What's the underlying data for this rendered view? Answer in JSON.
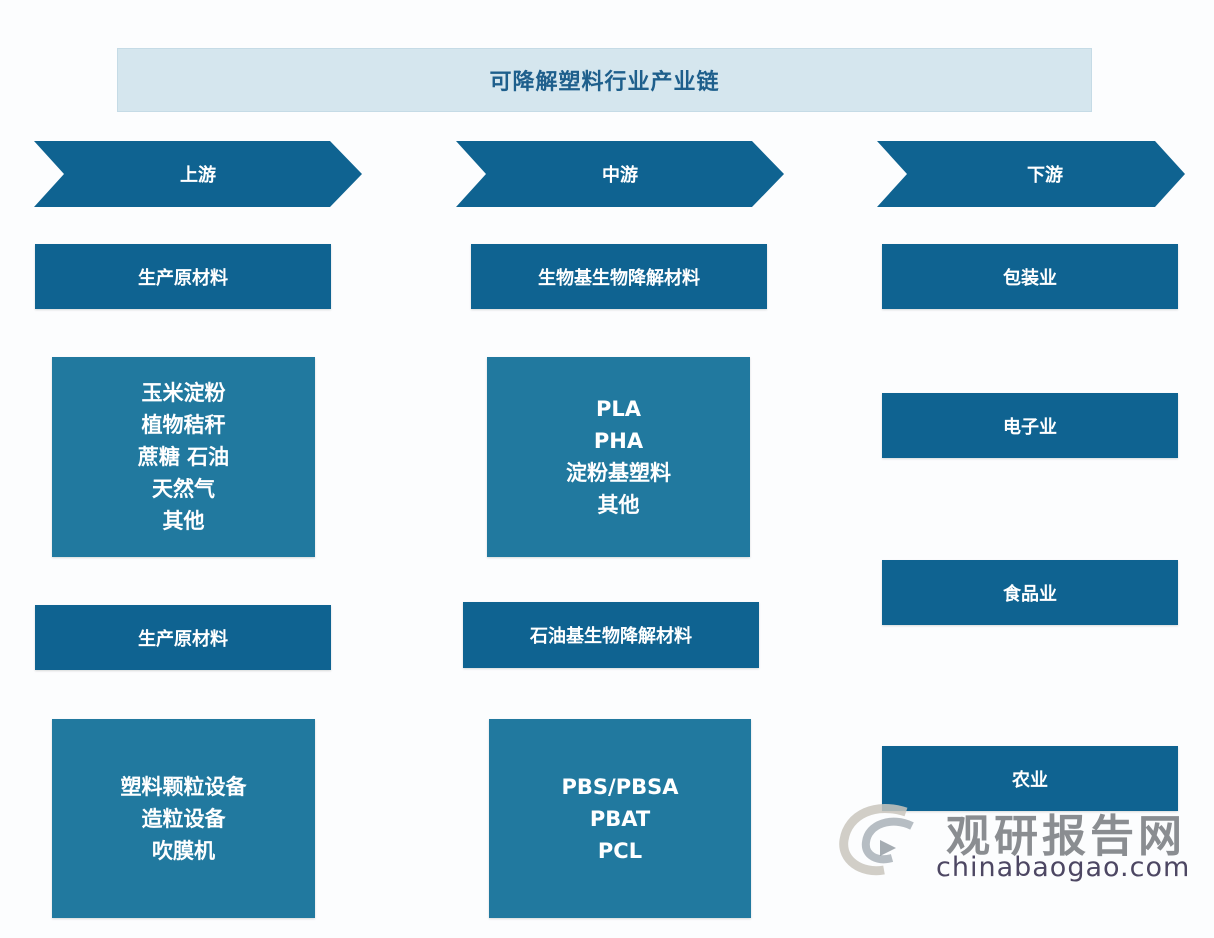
{
  "title": "可降解塑料行业产业链",
  "colors": {
    "title_bg": "#d5e6ee",
    "title_text": "#1e5f8c",
    "chevron": "#0f6391",
    "header_box": "#0f6391",
    "content_box": "#21799f"
  },
  "columns": [
    {
      "stage": "上游",
      "groups": [
        {
          "header": "生产原材料",
          "items": [
            "玉米淀粉",
            "植物秸秆",
            "蔗糖 石油",
            "天然气",
            "其他"
          ]
        },
        {
          "header": "生产原材料",
          "items": [
            "塑料颗粒设备",
            "造粒设备",
            "吹膜机"
          ]
        }
      ]
    },
    {
      "stage": "中游",
      "groups": [
        {
          "header": "生物基生物降解材料",
          "items": [
            "PLA",
            "PHA",
            "淀粉基塑料",
            "其他"
          ]
        },
        {
          "header": "石油基生物降解材料",
          "items": [
            "PBS/PBSA",
            "PBAT",
            "PCL"
          ]
        }
      ]
    },
    {
      "stage": "下游",
      "industries": [
        "包装业",
        "电子业",
        "食品业",
        "农业"
      ]
    }
  ],
  "watermark": {
    "name": "观研报告网",
    "url": "chinabaogao.com"
  }
}
